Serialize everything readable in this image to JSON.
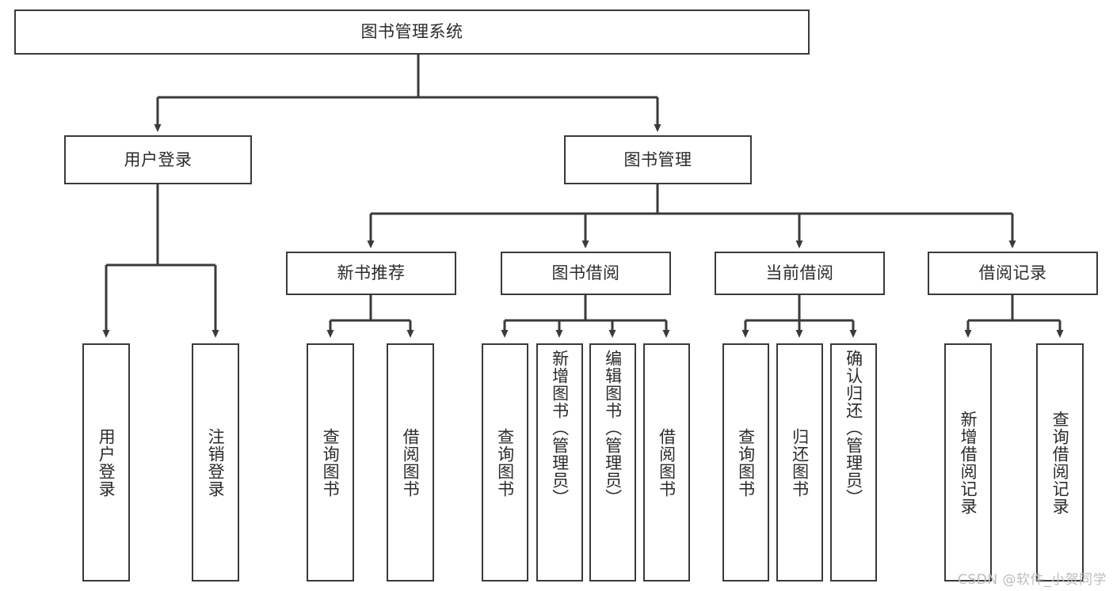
{
  "diagram": {
    "title": "图书管理系统",
    "type": "tree-hierarchy-chart",
    "stroke_color": "#3a3a3a",
    "background_color": "#ffffff",
    "text_color": "#2b2b2b",
    "root": {
      "label": "图书管理系统"
    },
    "level2": [
      {
        "label": "用户登录"
      },
      {
        "label": "图书管理"
      }
    ],
    "level3": [
      {
        "label": "新书推荐"
      },
      {
        "label": "图书借阅"
      },
      {
        "label": "当前借阅"
      },
      {
        "label": "借阅记录"
      }
    ],
    "leaves": {
      "user_login": [
        {
          "label": "用户登录"
        },
        {
          "label": "注销登录"
        }
      ],
      "new_book_recommend": [
        {
          "label": "查询图书"
        },
        {
          "label": "借阅图书"
        }
      ],
      "book_borrow": [
        {
          "label": "查询图书"
        },
        {
          "label": "新增图书（管理员）"
        },
        {
          "label": "编辑图书（管理员）"
        },
        {
          "label": "借阅图书"
        }
      ],
      "current_borrow": [
        {
          "label": "查询图书"
        },
        {
          "label": "归还图书"
        },
        {
          "label": "确认归还（管理员）"
        }
      ],
      "borrow_record": [
        {
          "label": "新增借阅记录"
        },
        {
          "label": "查询借阅记录"
        }
      ]
    }
  },
  "watermark": {
    "text": "CSDN @软件_小贺同学"
  }
}
